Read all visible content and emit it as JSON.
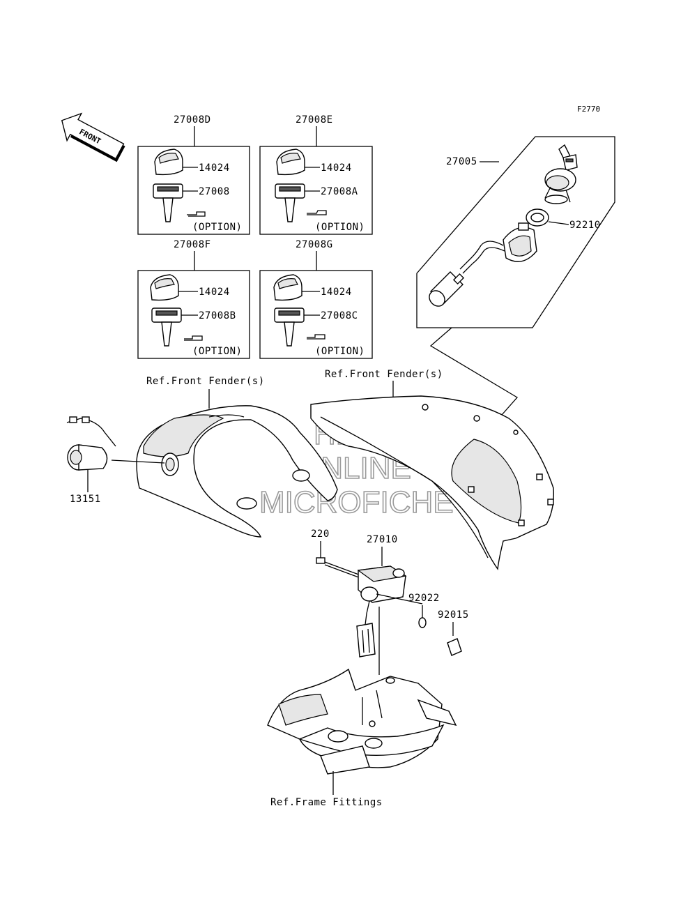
{
  "figure_code": "F2770",
  "direction_label": "FRONT",
  "kits": [
    {
      "code": "27008D",
      "cap": "14024",
      "key": "27008",
      "option": "(OPTION)"
    },
    {
      "code": "27008E",
      "cap": "14024",
      "key": "27008A",
      "option": "(OPTION)"
    },
    {
      "code": "27008F",
      "cap": "14024",
      "key": "27008B",
      "option": "(OPTION)"
    },
    {
      "code": "27008G",
      "cap": "14024",
      "key": "27008C",
      "option": "(OPTION)"
    }
  ],
  "parts": {
    "ignition_switch_assy": "27005",
    "nut": "92210",
    "socket": "13151",
    "bolt": "220",
    "switch_unit": "27010",
    "washer": "92022",
    "clip": "92015"
  },
  "references": {
    "front_fender_left": "Ref.Front Fender(s)",
    "front_fender_right": "Ref.Front Fender(s)",
    "frame_fittings": "Ref.Frame Fittings"
  },
  "watermark": {
    "line1": "HLSM",
    "line2": "ONLINE",
    "line3": "MICROFICHE"
  }
}
